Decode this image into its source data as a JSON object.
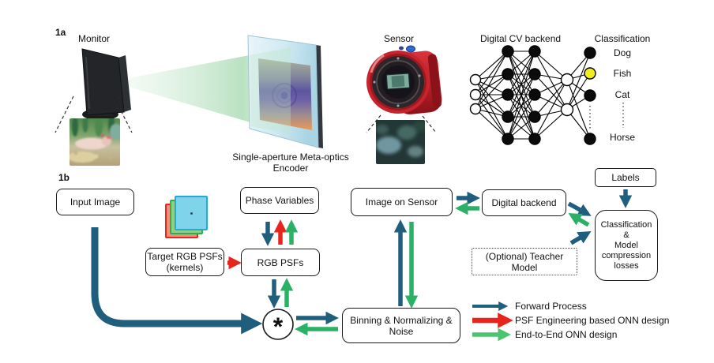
{
  "figure": {
    "panel_a_label": "1a",
    "panel_b_label": "1b"
  },
  "panel_a": {
    "monitor_label": "Monitor",
    "encoder_label_line1": "Single-aperture Meta-optics",
    "encoder_label_line2": "Encoder",
    "sensor_label": "Sensor",
    "backend_label": "Digital CV backend",
    "classification_label": "Classification",
    "classes": [
      "Dog",
      "Fish",
      "Cat",
      "Horse"
    ],
    "predicted_class": "Fish",
    "network": {
      "layer_x": [
        602,
        643,
        677,
        718,
        747
      ],
      "node_r": [
        6.5,
        7,
        7,
        7.5,
        7
      ],
      "layers": [
        {
          "ys": [
            101,
            120,
            138
          ],
          "fill": "#ffffff"
        },
        {
          "ys": [
            65,
            94,
            120,
            148,
            176
          ],
          "fill": "#0b0b0b"
        },
        {
          "ys": [
            65,
            94,
            120,
            148,
            176
          ],
          "fill": "#0b0b0b"
        },
        {
          "ys": [
            101,
            139
          ],
          "fill": "#ffffff"
        },
        {
          "ys": [
            67,
            93,
            121,
            176
          ],
          "fill": "#0b0b0b",
          "highlight_index": 1,
          "highlight_fill": "#f2ee1e"
        }
      ]
    }
  },
  "panel_b": {
    "input_image": "Input Image",
    "target_rgb_psfs_line1": "Target RGB PSFs",
    "target_rgb_psfs_line2": "(kernels)",
    "phase_variables": "Phase Variables",
    "rgb_psfs": "RGB PSFs",
    "image_on_sensor": "Image on Sensor",
    "digital_backend": "Digital backend",
    "labels": "Labels",
    "teacher_line1": "(Optional) Teacher",
    "teacher_line2": "Model",
    "losses_lines": [
      "Classification",
      "&",
      "Model",
      "compression",
      "losses"
    ],
    "binning_line1": "Binning & Normalizing &",
    "binning_line2": "Noise",
    "conv_symbol": "*"
  },
  "legend": {
    "items": [
      {
        "label": "Forward Process",
        "color": "#1f5f7d"
      },
      {
        "label": "PSF Engineering based ONN design",
        "color": "#e8251c"
      },
      {
        "label": "End-to-End ONN design",
        "color": "#4cc46f"
      }
    ]
  },
  "colors": {
    "forward_blue": "#1f5f7d",
    "psf_red": "#e8251c",
    "e2e_green": "#2bb166"
  }
}
